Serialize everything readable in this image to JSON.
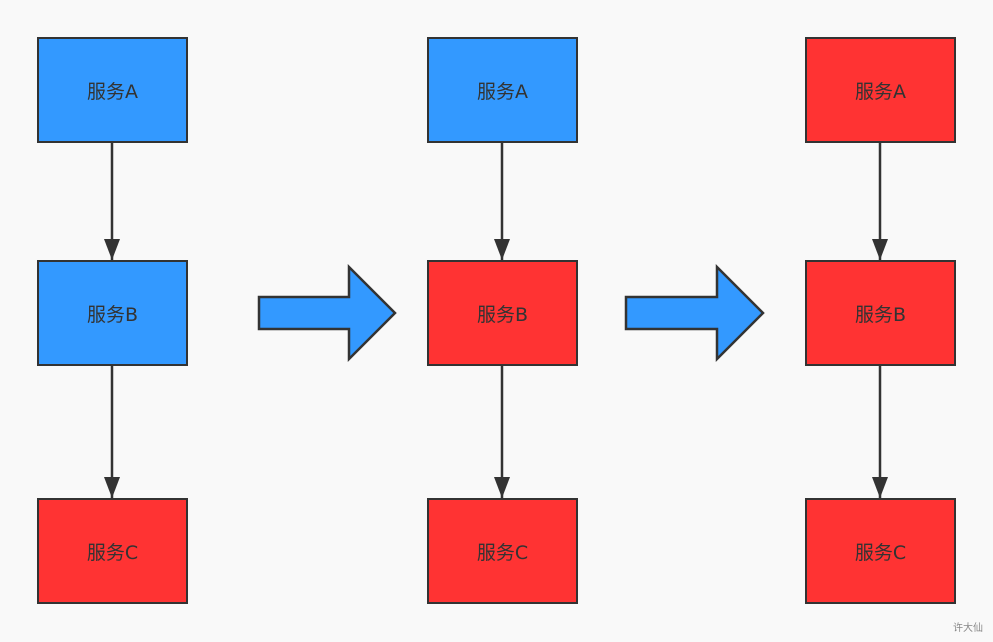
{
  "colors": {
    "healthy": "#3399ff",
    "failed": "#ff3333",
    "border": "#333333",
    "background": "#f9f9f9"
  },
  "stages": [
    {
      "services": [
        {
          "label": "服务A",
          "status": "healthy"
        },
        {
          "label": "服务B",
          "status": "healthy"
        },
        {
          "label": "服务C",
          "status": "failed"
        }
      ]
    },
    {
      "services": [
        {
          "label": "服务A",
          "status": "healthy"
        },
        {
          "label": "服务B",
          "status": "failed"
        },
        {
          "label": "服务C",
          "status": "failed"
        }
      ]
    },
    {
      "services": [
        {
          "label": "服务A",
          "status": "failed"
        },
        {
          "label": "服务B",
          "status": "failed"
        },
        {
          "label": "服务C",
          "status": "failed"
        }
      ]
    }
  ],
  "watermark": "许大仙"
}
